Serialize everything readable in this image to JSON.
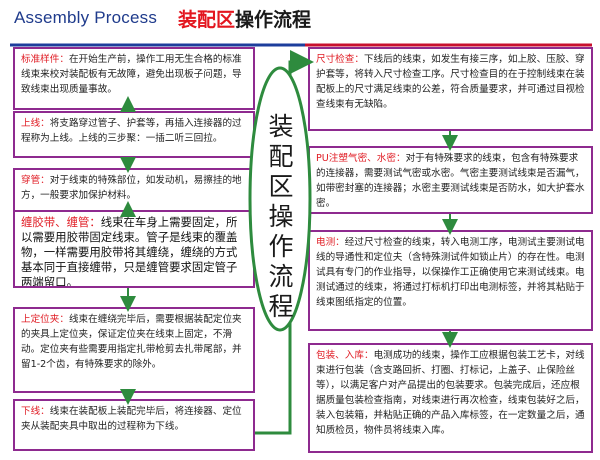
{
  "title": {
    "english": "Assembly Process",
    "red": "装配区",
    "black": "操作流程"
  },
  "flow_label": "装配区操作流程",
  "colors": {
    "box_border": "#8e2a8f",
    "step_head": "#e01c24",
    "arrow": "#2e8b3e",
    "title_blue": "#1f3b8c",
    "title_red": "#e3161f"
  },
  "steps_left": [
    {
      "head": "标准样件：",
      "body": "在开始生产前，操作工用无生合格的标准线束来校对装配板有无故障，避免出现板子问题，导致线束出现质量事故。"
    },
    {
      "head": "上线：",
      "body": "将支路穿过管子、护套等，再插入连接器的过程称为上线。上线的三步聚：一插二听三回拉。"
    },
    {
      "head": "穿管：",
      "body": "对于线束的特殊部位，如发动机，易擦挂的地方，一般要求加保护材料。"
    },
    {
      "head": "缠胶带、缠管：",
      "body": "线束在车身上需要固定，所以需要用胶带固定线束。管子是线束的覆盖物，一样需要用胶带将其缠绕，缠绕的方式基本同于直接缠带，只是缠管要求固定管子两端留口。"
    },
    {
      "head": "上定位夹：",
      "body": "线束在缠绕完毕后，需要根据装配定位夹的夹具上定位夹，保证定位夹在线束上固定，不滑动。定位夹有些需要用指定扎带枪剪去扎带尾部，并留1-2个齿，有特殊要求的除外。"
    },
    {
      "head": "下线：",
      "body": "线束在装配板上装配完毕后，将连接器、定位夹从装配夹具中取出的过程称为下线。"
    }
  ],
  "steps_right": [
    {
      "head": "尺寸检查：",
      "body": "下线后的线束，如发生有接三序，如上胶、压胶、穿护套等，将转入尺寸检查工序。尺寸检查目的在于控制线束在装配板上的尺寸满足线束的公差，符合质量要求，并可通过目视检查线束有无缺陷。"
    },
    {
      "head": "PU注塑气密、水密：",
      "body": "对于有特殊要求的线束，包含有特殊要求的连接器，需要测试气密或水密。气密主要测试线束是否漏气，如带密封塞的连接器；水密主要测试线束是否防水，如大护套水密。"
    },
    {
      "head": "电测：",
      "body": "经过尺寸检查的线束，转入电测工序，电测试主要测试电线的导通性和定位夫（含特殊测试件如锁止片）的存在性。电测试具有专门的作业指导，以保操作工正确使用它来测试线束。电测试通过的线束，将通过打标机打印出电测标签，并将其粘贴于线束图纸指定的位置。"
    },
    {
      "head": "包装、入库：",
      "body": "电测成功的线束，操作工应根据包装工艺卡，对线束进行包装（含支路回折、打圈、打标记，上盖子、止保险丝等），以满足客户对产品提出的包装要求。包装完成后，还应根据质量包装检查指南，对线束进行再次检查，线束包装好之后，装入包装箱，并粘贴正确的产品入库标签，在一定数量之后，通知质检员，物件员将线束入库。"
    }
  ]
}
